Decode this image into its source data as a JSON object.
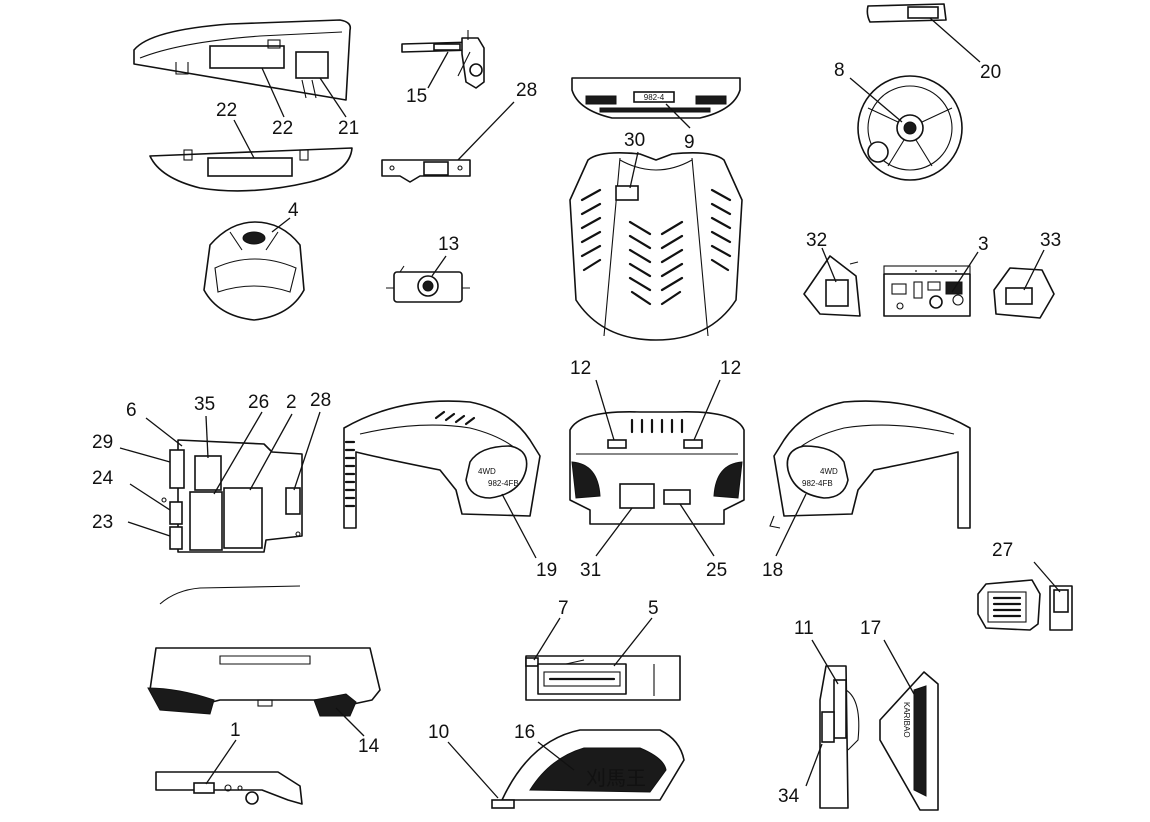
{
  "callouts": {
    "c1": "1",
    "c2": "2",
    "c3": "3",
    "c4": "4",
    "c5": "5",
    "c6": "6",
    "c7": "7",
    "c8": "8",
    "c9": "9",
    "c10": "10",
    "c11": "11",
    "c12a": "12",
    "c12b": "12",
    "c13": "13",
    "c14": "14",
    "c15": "15",
    "c16": "16",
    "c17": "17",
    "c18": "18",
    "c19": "19",
    "c20": "20",
    "c21": "21",
    "c22a": "22",
    "c22b": "22",
    "c23": "23",
    "c24": "24",
    "c25": "25",
    "c26": "26",
    "c27": "27",
    "c28a": "28",
    "c28b": "28",
    "c29": "29",
    "c30": "30",
    "c31": "31",
    "c32": "32",
    "c33": "33",
    "c34": "34",
    "c35": "35"
  },
  "part_text": {
    "fender_left_badge": "4WD",
    "fender_left_model": "982-4FB",
    "fender_right_badge": "4WD",
    "fender_right_model": "982-4FB",
    "side_decal_chinese": "刈馬王",
    "side_decal_brand": "KARIBAO",
    "grille_plate": "982-4"
  },
  "colors": {
    "line": "#111111",
    "background": "#ffffff"
  }
}
